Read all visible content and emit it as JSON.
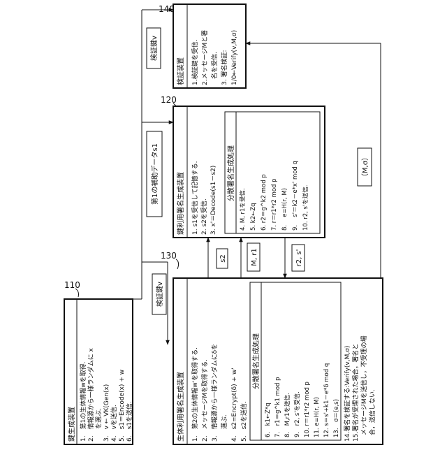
{
  "devices": {
    "keygen": {
      "ref": "110",
      "title": "鍵生成装置",
      "lines": [
        "1.　第1の生体情報wを取得.",
        "2.　情報源から一様ランダムに x",
        "　　を選ぶ.",
        "3.　v ← VK(Gen(x)",
        "4.　vを送信.",
        "5.　s1＝Encode(x) + w",
        "6.　s1を送信."
      ]
    },
    "keyuse": {
      "ref": "120",
      "title": "鍵利用署名生成装置",
      "lines_top": [
        "1. s1を受信して記憶する.",
        "2. s2を受信.",
        "3. x'＝Decode(s1－s2)"
      ],
      "sub_title": "分散署名生成処理",
      "lines_sub": [
        "4. M, r1を受信.",
        "5. k2←Zq",
        "6. r2＝g^k2 mod p",
        "7. r＝r1*r2 mod p",
        "8.　 e=H(r, M)",
        "9.　 s'＝k2－e*x' mod q",
        "10. r2, s'を送信."
      ]
    },
    "bioauth": {
      "ref": "130",
      "title": "生体利用署名生成装置",
      "lines_top": [
        "1.　第2の生体情報w'を取得する.",
        "2.　メッセージMを取得する.",
        "3.　情報源から一様ランダムにδを",
        "　　選ぶ.",
        "4.　s2=Encrypt(δ) + w'",
        "5.　s2を送信."
      ],
      "sub_title": "分散署名生成処理",
      "lines_sub": [
        "6.　k1←Z*q",
        "7.　r1＝g^k1 mod p",
        "8.　M,r1を送信.",
        "9.　r2, s'を受信.",
        "10. r＝r1*r2 mod p",
        "11. e=H(r, M)",
        "12.  s＝s'+k1－e*δ mod q",
        "13.　σ＝(e,s)"
      ],
      "lines_bottom": [
        "14.署名を検証する:Verify(v,M,σ)",
        "15.署名が受理された場合，署名と",
        "　メッセージMを送信し，不受理の場",
        "　合，送信しない."
      ]
    },
    "verify": {
      "ref": "140",
      "title": "検証装置",
      "lines": [
        "1.検証鍵を受信.",
        "2.メッセージMと署",
        "　名を受信.",
        "3. 署名検証:",
        "1/0←Verify(v,M,σ)"
      ]
    }
  },
  "arrow_labels": {
    "vk_top": "検証鍵v",
    "aux": "第1の補助データs1",
    "vk_mid": "検証鍵v",
    "s2": "s2",
    "mr1": "M, r1",
    "r2s": "r2, s'",
    "msig": "（M,σ）"
  }
}
